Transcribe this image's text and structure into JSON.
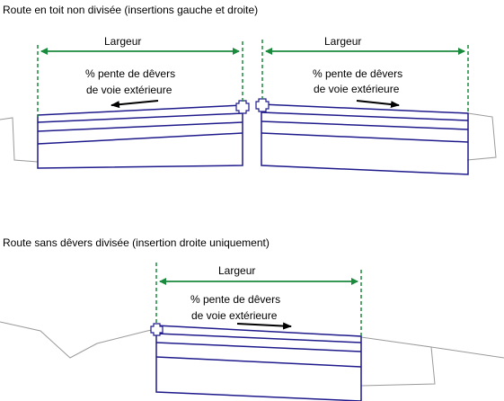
{
  "figure1": {
    "caption": "Route en toit non divisée (insertions gauche et droite)",
    "left": {
      "width_label": "Largeur",
      "slope_label_line1": "% pente de dêvers",
      "slope_label_line2": "de voie extérieure"
    },
    "right": {
      "width_label": "Largeur",
      "slope_label_line1": "% pente de dêvers",
      "slope_label_line2": "de voie extérieure"
    }
  },
  "figure2": {
    "caption": "Route sans dêvers divisée (insertion droite uniquement)",
    "width_label": "Largeur",
    "slope_label_line1": "% pente de dêvers",
    "slope_label_line2": "de voie extérieure"
  },
  "colors": {
    "dimension": "#1a8a3c",
    "pavement": "#1e1a8c",
    "ground": "#9a9a9a",
    "arrow": "#000000"
  }
}
